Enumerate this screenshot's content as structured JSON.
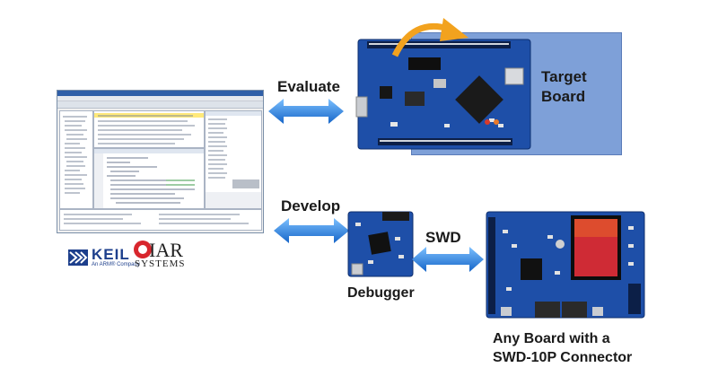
{
  "labels": {
    "evaluate": "Evaluate",
    "target_board_line1": "Target",
    "target_board_line2": "Board",
    "develop": "Develop",
    "swd": "SWD",
    "debugger": "Debugger",
    "any_board_line1": "Any Board with a",
    "any_board_line2": "SWD-10P Connector"
  },
  "logos": {
    "keil_name": "KEIL",
    "keil_tagline": "An ARM® Company",
    "iar_name": "IAR",
    "iar_sub": "SYSTEMS"
  },
  "colors": {
    "arrow_blue": "#1f78d8",
    "arrow_light": "#6fb6ff",
    "pcb_blue": "#1e4fa8",
    "board_bg": "#7ea0d8",
    "curved_arrow": "#f2a21e"
  }
}
